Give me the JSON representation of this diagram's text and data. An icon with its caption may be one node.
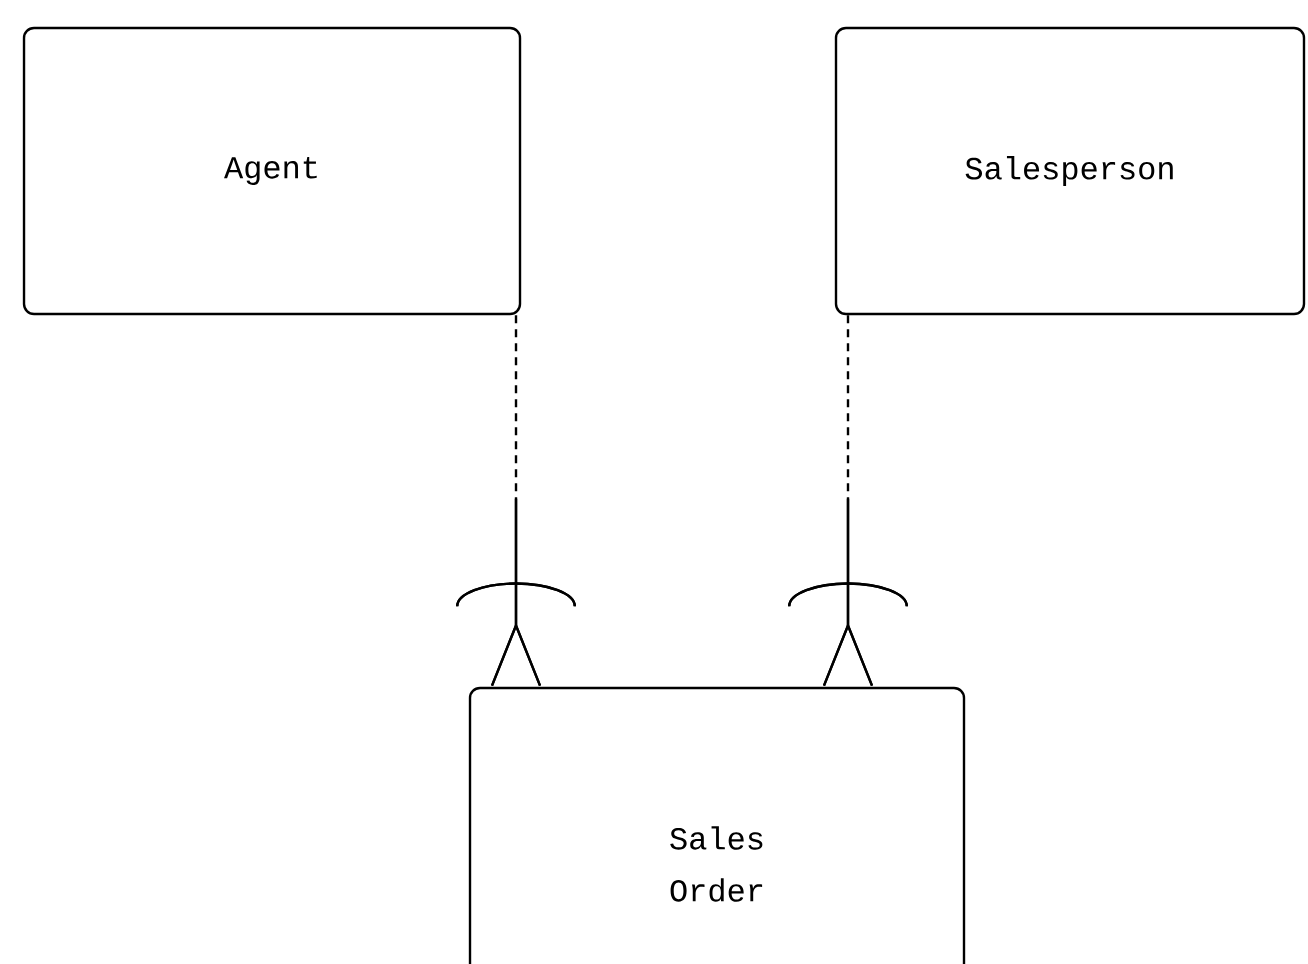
{
  "diagram": {
    "nodes": [
      {
        "text": [
          "Agent"
        ]
      },
      {
        "text": [
          "Salesperson"
        ]
      },
      {
        "text": [
          "Sales Order"
        ]
      }
    ],
    "edges": [
      {
        "from": 0,
        "to": 2,
        "arrow": "other",
        "style": "dashed"
      },
      {
        "from": 1,
        "to": 2,
        "arrow": "other",
        "style": "dashed"
      }
    ]
  }
}
